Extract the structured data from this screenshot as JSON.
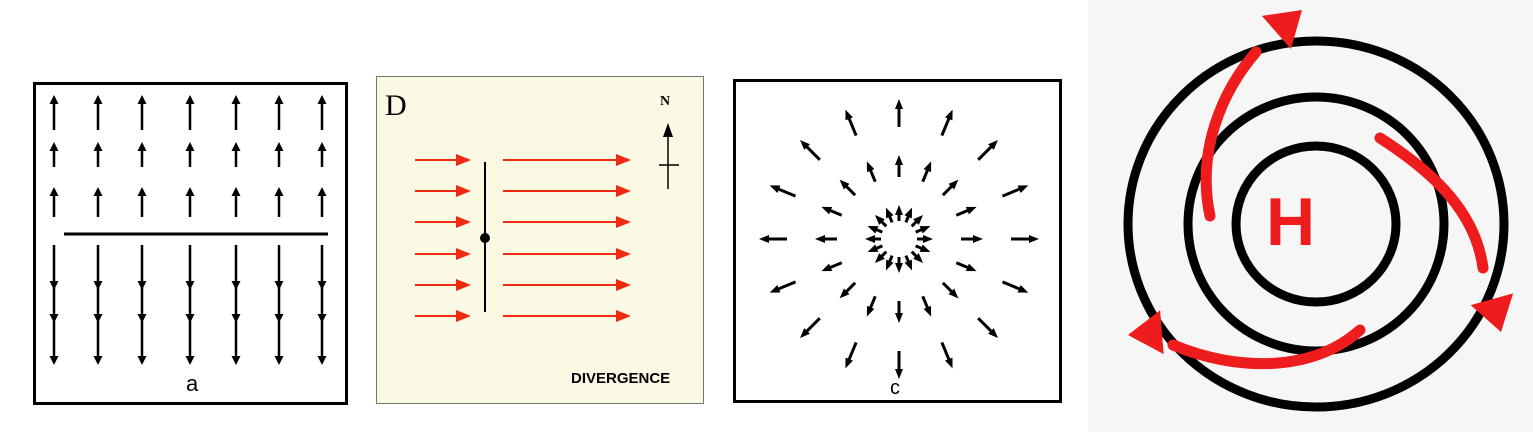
{
  "panels": [
    {
      "label": "a",
      "description_colors": {
        "stroke": "#000000"
      }
    },
    {
      "label": "D",
      "compass": "N",
      "caption": "DIVERGENCE",
      "colors": {
        "arrow": "#ee2a10",
        "background": "#fbf8e4"
      }
    },
    {
      "label": "c"
    },
    {
      "center_label": "H",
      "colors": {
        "arrow": "#ee1c1c",
        "rings": "#000000"
      }
    }
  ]
}
